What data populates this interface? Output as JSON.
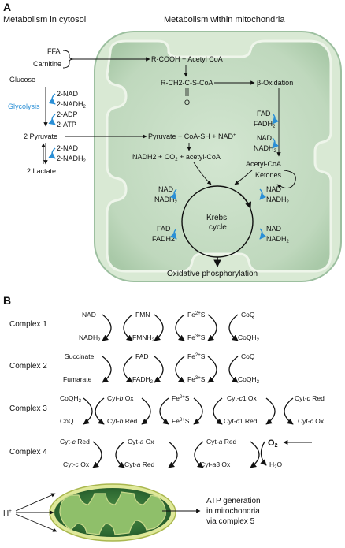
{
  "panelA": {
    "letter": "A",
    "title_cytosol": "Metabolism in cytosol",
    "title_mito": "Metabolism within mitochondria",
    "ffa": "FFA",
    "carnitine": "Carnitine",
    "rcooh": "R-COOH + Acetyl CoA",
    "rch2": "R-CH2-C-S-CoA",
    "carbonyl_o": "O",
    "beta_ox": "β-Oxidation",
    "fad": "FAD",
    "fadh2": "FADH",
    "nad": "NAD",
    "nadh": "NADH",
    "sub2": "2",
    "acetyl_coa": "Acetyl-CoA",
    "ketones": "Ketones",
    "glucose": "Glucose",
    "glycolysis": "Glycolysis",
    "g_2nad": "2-NAD",
    "g_2nadh": "2-NADH",
    "g_2adp": "2-ADP",
    "g_2atp": "2-ATP",
    "pyruvate2": "2 Pyruvate",
    "lactate2": "2 Lactate",
    "pyr_eq": "Pyruvate + CoA-SH + NAD",
    "plus_sup": "+",
    "nadh2_eq_a": "NADH2 + CO",
    "nadh2_eq_b": " + acetyl-CoA",
    "krebs1": "Krebs",
    "krebs2": "cycle",
    "krebs_fadh2": "FADH2",
    "oxphos": "Oxidative phosphorylation"
  },
  "panelB": {
    "letter": "B",
    "c1": {
      "name": "Complex 1",
      "a_top": "NAD",
      "a_bot": "NADH",
      "b_top": "FMN",
      "b_bot": "FMNH",
      "c_top": "Fe",
      "c_bot": "Fe",
      "c_top_sup": "2+",
      "c_bot_sup": "3+",
      "s": "S",
      "d_top": "CoQ",
      "d_bot": "CoQH"
    },
    "c2": {
      "name": "Complex 2",
      "a_top": "Succinate",
      "a_bot": "Fumarate",
      "b_top": "FAD",
      "b_bot": "FADH",
      "c_top": "Fe",
      "c_bot": "Fe",
      "d_top": "CoQ",
      "d_bot": "CoQH"
    },
    "c3": {
      "name": "Complex 3",
      "a_top": "CoQH",
      "a_bot": "CoQ",
      "b_top_pre": "Cyt-",
      "b_top_i": "b",
      "b_top_post": " Ox",
      "b_bot_pre": "Cyt-",
      "b_bot_i": "b",
      "b_bot_post": " Red",
      "c_top": "Fe",
      "c_bot": "Fe",
      "d_top_pre": "Cyt-",
      "d_top_i": "c",
      "d_top_post": "1 Ox",
      "d_bot_pre": "Cyt-",
      "d_bot_i": "c",
      "d_bot_post": "1 Red",
      "e_top_pre": "Cyt-",
      "e_top_i": "c",
      "e_top_post": " Red",
      "e_bot_pre": "Cyt-",
      "e_bot_i": "c",
      "e_bot_post": " Ox"
    },
    "c4": {
      "name": "Complex 4",
      "a_top_pre": "Cyt-",
      "a_top_i": "c",
      "a_top_post": " Red",
      "a_bot_pre": "Cyt-",
      "a_bot_i": "c",
      "a_bot_post": " Ox",
      "b_top_pre": "Cyt-",
      "b_top_i": "a",
      "b_top_post": " Ox",
      "b_bot_pre": "Cyt-",
      "b_bot_i": "a",
      "b_bot_post": " Red",
      "c_top_pre": "Cyt-",
      "c_top_i": "a",
      "c_top_post": " Red",
      "c_bot_pre": "Cyt-",
      "c_bot_i": "a",
      "c_bot_post": "3 Ox",
      "o2": "O",
      "h2o_pre": "H",
      "h2o_post": "O"
    },
    "hplus": "H",
    "atp1": "ATP generation",
    "atp2": "in mitochondria",
    "atp3": "via complex 5"
  },
  "colors": {
    "mito_fill": "#c5dcc4",
    "mito_edge": "#8fb69a",
    "mito_light": "#eaf3e4",
    "arrow_blue": "#2a8fd6",
    "bottom_mito_dark": "#2f6b33",
    "bottom_mito_rim": "#c8d66a"
  }
}
